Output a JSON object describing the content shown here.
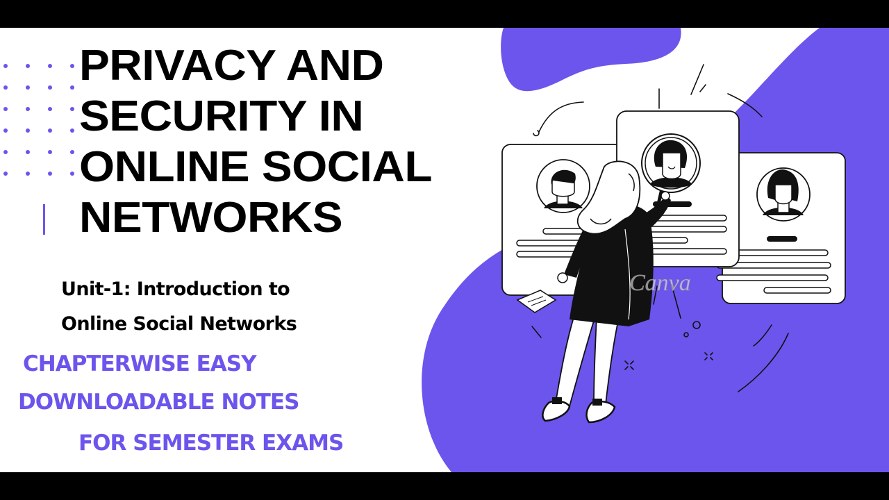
{
  "colors": {
    "accent": "#6b55ec",
    "text": "#000000",
    "background": "#ffffff",
    "frame": "#000000"
  },
  "slide": {
    "title_lines": [
      "PRIVACY AND",
      "SECURITY IN",
      "ONLINE SOCIAL",
      "NETWORKS"
    ],
    "subtitle_lines": [
      "Unit-1: Introduction to",
      "Online Social Networks"
    ],
    "promo_lines": [
      "CHAPTERWISE EASY",
      "DOWNLOADABLE NOTES",
      "FOR SEMESTER EXAMS"
    ]
  },
  "illustration": {
    "description": "woman-inspecting-profile-cards-with-magnifier",
    "watermark": "Canva",
    "profile_cards": [
      "male-profile",
      "female-profile-magnified",
      "female-profile"
    ]
  }
}
